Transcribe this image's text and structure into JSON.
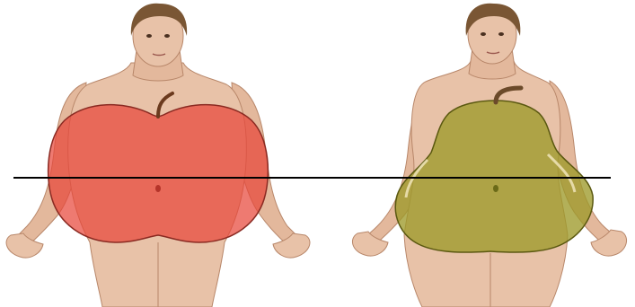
{
  "figures": [
    {
      "id": "apple",
      "shape": "apple",
      "overlay_color": "#e8473a"
    },
    {
      "id": "pear",
      "shape": "pear",
      "overlay_color": "#9d9a2a"
    }
  ],
  "colors": {
    "skin": "#e8c2a8",
    "skin_shadow": "#c99a80",
    "hair": "#7a5634",
    "reference_line": "#000000",
    "background": "#ffffff"
  },
  "reference_line": {
    "visible": true
  }
}
